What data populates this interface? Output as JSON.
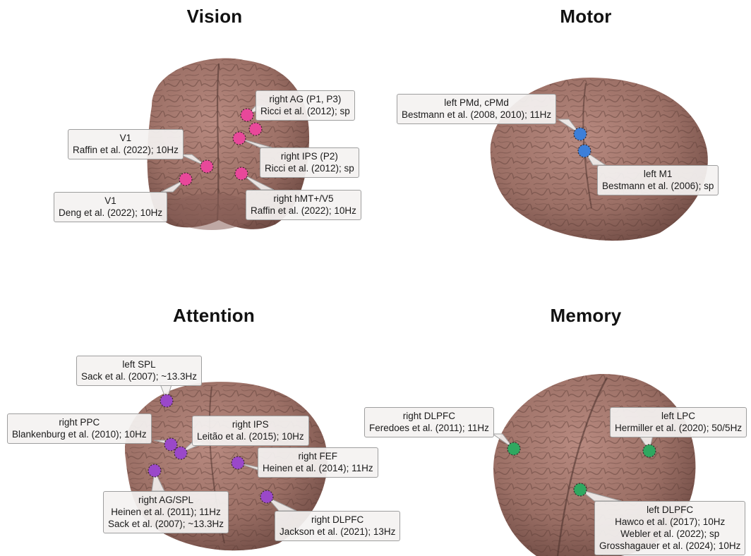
{
  "panels": [
    {
      "title": "Vision"
    },
    {
      "title": "Motor"
    },
    {
      "title": "Attention"
    },
    {
      "title": "Memory"
    }
  ],
  "colors": {
    "vision": "#e8489a",
    "motor": "#3d7fd9",
    "attention": "#9a48c9",
    "memory": "#2fa860",
    "brain": "#9c7066",
    "brain_dark": "#6e4a43"
  },
  "labels": {
    "vision_right_ag": {
      "region": "right AG (P1, P3)",
      "refs": [
        "Ricci et al. (2012); sp"
      ]
    },
    "vision_v1_raffin": {
      "region": "V1",
      "refs": [
        "Raffin et al. (2022); 10Hz"
      ]
    },
    "vision_right_ips": {
      "region": "right IPS (P2)",
      "refs": [
        "Ricci et al. (2012); sp"
      ]
    },
    "vision_v1_deng": {
      "region": "V1",
      "refs": [
        "Deng et al. (2022); 10Hz"
      ]
    },
    "vision_right_hmt": {
      "region": "right hMT+/V5",
      "refs": [
        "Raffin et al. (2022); 10Hz"
      ]
    },
    "motor_left_pmd": {
      "region": "left PMd, cPMd",
      "refs": [
        "Bestmann et al. (2008, 2010); 11Hz"
      ]
    },
    "motor_left_m1": {
      "region": "left M1",
      "refs": [
        "Bestmann et al. (2006); sp"
      ]
    },
    "attention_left_spl": {
      "region": "left SPL",
      "refs": [
        "Sack et al. (2007); ~13.3Hz"
      ]
    },
    "attention_right_ppc": {
      "region": "right PPC",
      "refs": [
        "Blankenburg et al. (2010); 10Hz"
      ]
    },
    "attention_right_ips": {
      "region": "right IPS",
      "refs": [
        "Leitão et al. (2015); 10Hz"
      ]
    },
    "attention_right_fef": {
      "region": "right FEF",
      "refs": [
        "Heinen et al. (2014); 11Hz"
      ]
    },
    "attention_right_ag_spl": {
      "region": "right AG/SPL",
      "refs": [
        "Heinen et al. (2011); 11Hz",
        "Sack et al. (2007); ~13.3Hz"
      ]
    },
    "attention_right_dlpfc": {
      "region": "right DLPFC",
      "refs": [
        "Jackson et al. (2021); 13Hz"
      ]
    },
    "memory_right_dlpfc": {
      "region": "right DLPFC",
      "refs": [
        "Feredoes et al. (2011); 11Hz"
      ]
    },
    "memory_left_lpc": {
      "region": "left LPC",
      "refs": [
        "Hermiller et al. (2020); 50/5Hz"
      ]
    },
    "memory_left_dlpfc": {
      "region": "left DLPFC",
      "refs": [
        "Hawco et al. (2017); 10Hz",
        "Webler et al. (2022); sp",
        "Grosshagauer et al. (2024); 10Hz"
      ]
    }
  }
}
